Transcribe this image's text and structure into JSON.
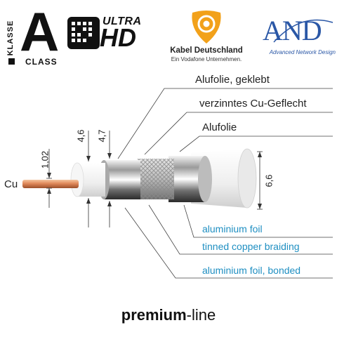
{
  "logos": {
    "klasse": {
      "vertical": "KLASSE",
      "letter": "A",
      "word": "CLASS"
    },
    "ultra_hd": {
      "top": "ULTRA",
      "bottom": "HD"
    },
    "kabel_deutschland": {
      "name": "Kabel Deutschland",
      "tagline": "Ein Vodafone Unternehmen."
    },
    "and": {
      "name": "AND",
      "tagline": "Advanced Network Design"
    }
  },
  "labels_de": [
    "Alufolie, geklebt",
    "verzinntes Cu-Geflecht",
    "Alufolie"
  ],
  "labels_en": [
    "aluminium foil",
    "tinned copper braiding",
    "aluminium foil, bonded"
  ],
  "dimensions": {
    "conductor": "1,02",
    "dielectric": "4,6",
    "foil": "4,7",
    "outer": "6,6"
  },
  "conductor_label": "Cu",
  "footer": {
    "bold": "premium",
    "rest": "-line"
  },
  "colors": {
    "label_blue": "#1f8fc2",
    "and_blue": "#2a57a6",
    "copper": "#d98a5a",
    "kd_orange": "#f2a11a"
  }
}
